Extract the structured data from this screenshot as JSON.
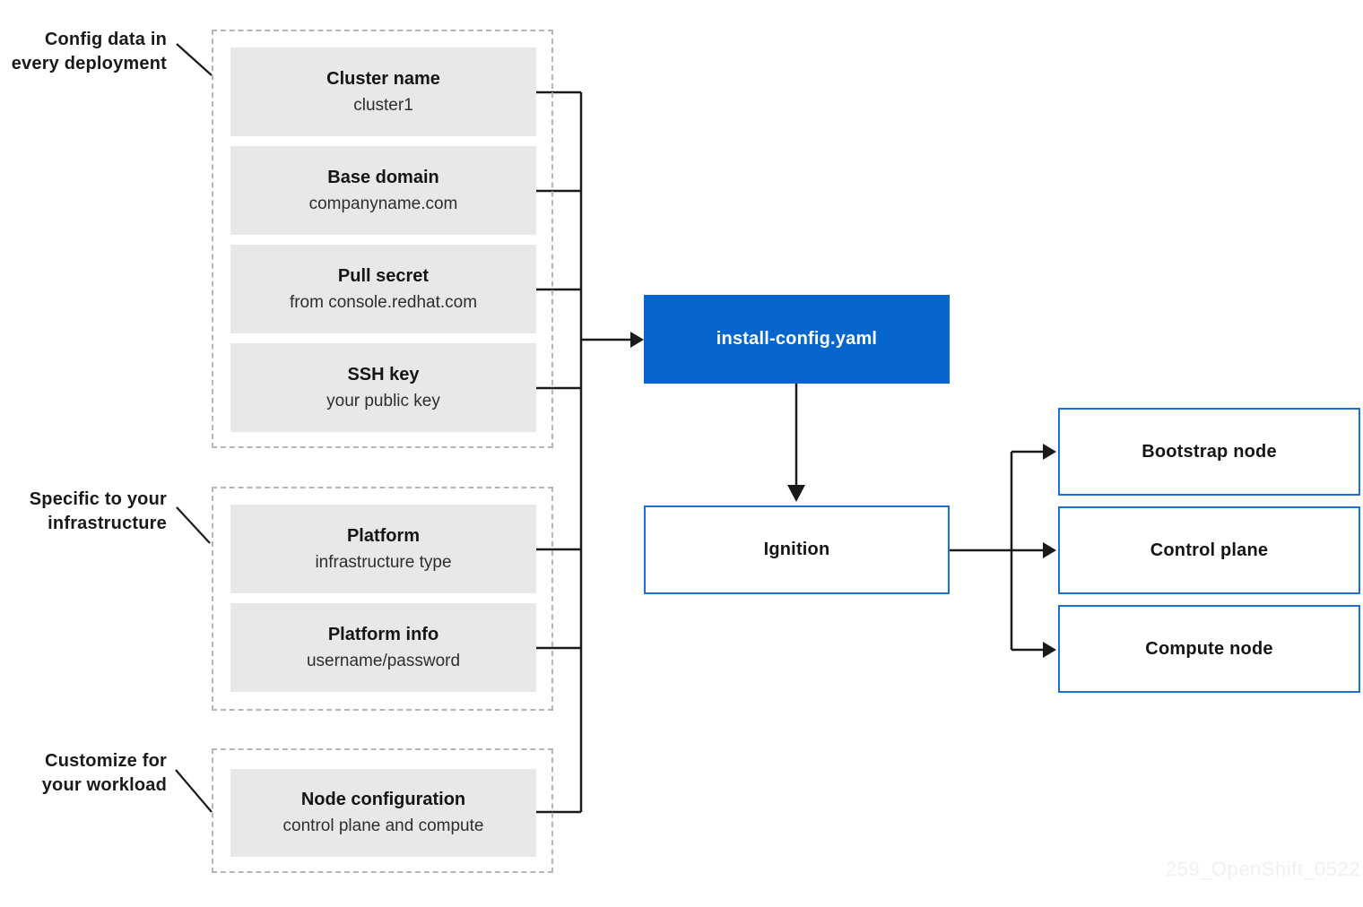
{
  "groups": [
    {
      "label": [
        "Config data in",
        "every deployment"
      ],
      "boxes": [
        {
          "title": "Cluster name",
          "subtitle": "cluster1"
        },
        {
          "title": "Base domain",
          "subtitle": "companyname.com"
        },
        {
          "title": "Pull secret",
          "subtitle": "from console.redhat.com"
        },
        {
          "title": "SSH key",
          "subtitle": "your public key"
        }
      ]
    },
    {
      "label": [
        "Specific to your",
        "infrastructure"
      ],
      "boxes": [
        {
          "title": "Platform",
          "subtitle": "infrastructure type"
        },
        {
          "title": "Platform info",
          "subtitle": "username/password"
        }
      ]
    },
    {
      "label": [
        "Customize for",
        "your workload"
      ],
      "boxes": [
        {
          "title": "Node configuration",
          "subtitle": "control plane and compute"
        }
      ]
    }
  ],
  "nodes": {
    "install_config": "install-config.yaml",
    "ignition": "Ignition",
    "outputs": [
      "Bootstrap node",
      "Control plane",
      "Compute node"
    ]
  },
  "watermark": "259_OpenShift_0522",
  "colors": {
    "accent_blue_fill": "#0666cc",
    "outline_blue": "#1a70d6",
    "box_gray": "#e8e8e8",
    "dashed_border_gray": "#b5b5b5",
    "connector_black": "#1a1a1a",
    "watermark_gray": "#f0f0f2"
  }
}
